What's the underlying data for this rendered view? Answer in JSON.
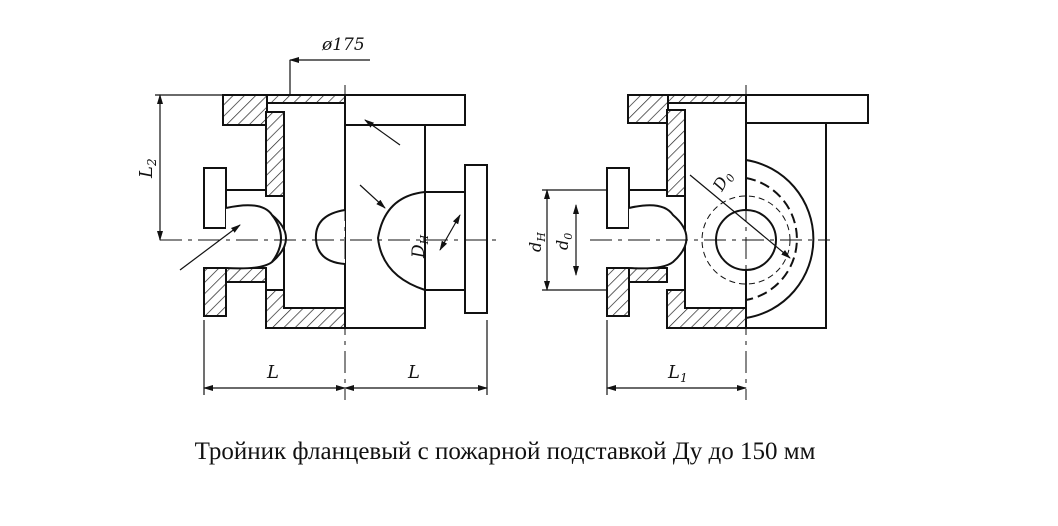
{
  "caption": "Тройник фланцевый с пожарной подставкой Ду до 150 мм",
  "dimensions": {
    "phi": "ø175",
    "l2": "L",
    "l2_sub": "2",
    "l_left": "L",
    "l_right": "L",
    "l1": "L",
    "l1_sub": "1",
    "dn": "D",
    "dn_sub": "H",
    "dh": "d",
    "dh_sub": "H",
    "d0": "d",
    "d0_sub": "0",
    "Do": "D",
    "Do_sub": "0"
  }
}
